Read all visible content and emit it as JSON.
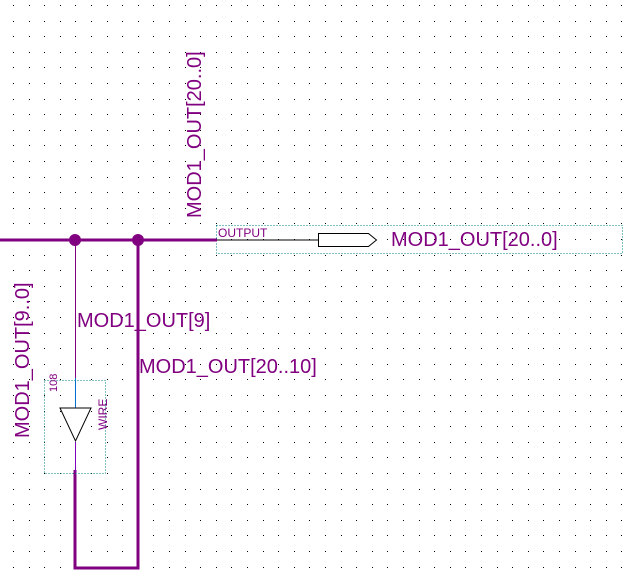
{
  "schematic": {
    "colors": {
      "bus": "#800080",
      "wire_thin": "#800080",
      "wire_blue": "#0070d0",
      "symbol_outline": "#000000",
      "selection_box": "#008080",
      "grid_dot": "#000000",
      "background": "#ffffff"
    },
    "labels": {
      "top_bus": "MOD1_OUT[20..0]",
      "left_bus": "MOD1_OUT[9..0]",
      "tap_bit": "MOD1_OUT[9]",
      "tap_range": "MOD1_OUT[20..10]"
    },
    "output_pin": {
      "type_label": "OUTPUT",
      "name": "MOD1_OUT[20..0]"
    },
    "wire_primitive": {
      "instance_number": "108",
      "type_label": "WIRE"
    }
  }
}
